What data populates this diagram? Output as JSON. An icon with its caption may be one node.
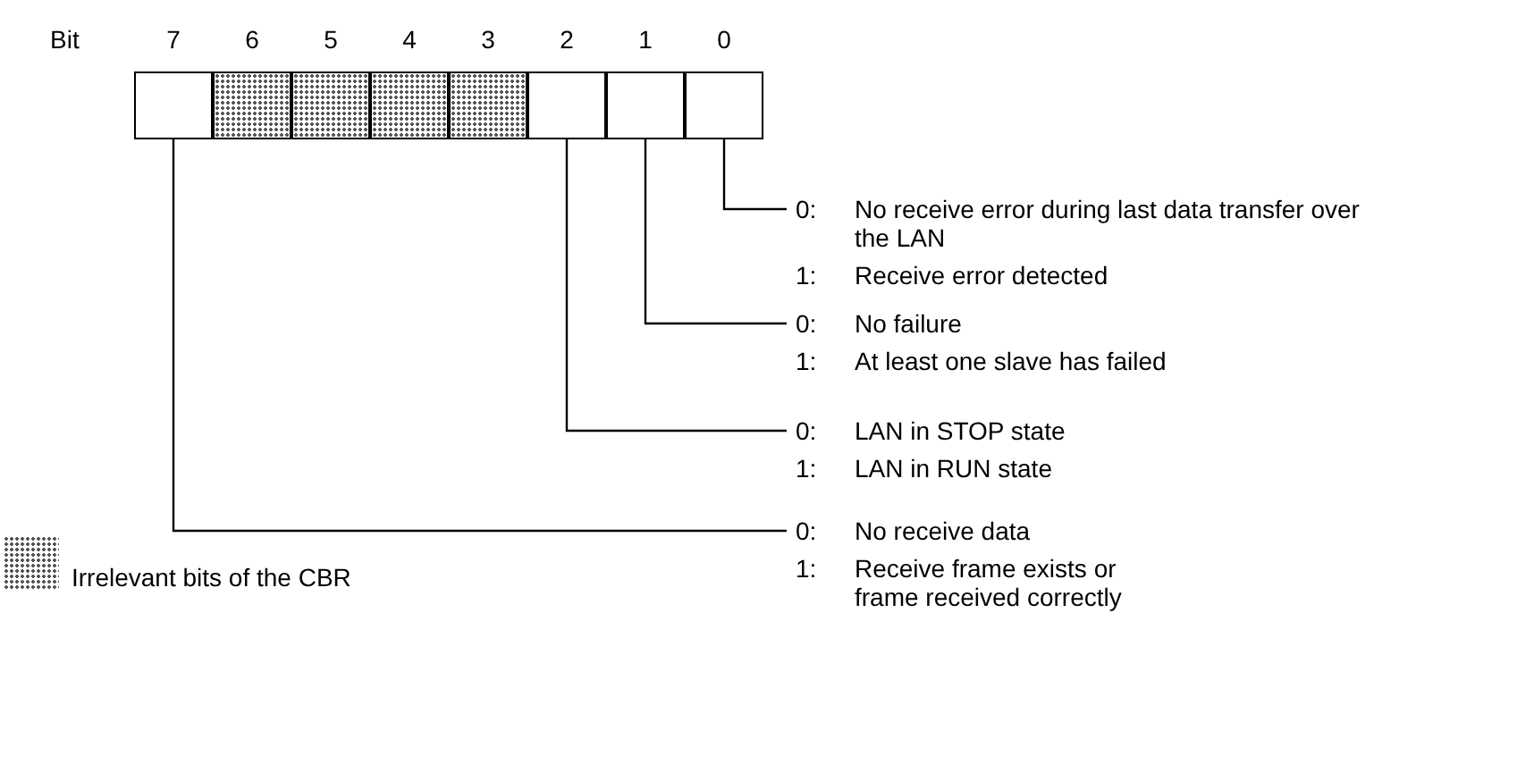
{
  "diagram": {
    "nodes": [
      {
        "text": [],
        "shape": "box"
      },
      {
        "text": [],
        "shape": "box"
      },
      {
        "text": [],
        "shape": "box"
      },
      {
        "text": [],
        "shape": "box"
      },
      {
        "text": [],
        "shape": "box"
      },
      {
        "text": [],
        "shape": "box"
      },
      {
        "text": [],
        "shape": "box"
      },
      {
        "text": [],
        "shape": "box"
      },
      {
        "text": [
          "0:",
          "No receive error during last data transfer over the LAN",
          "1:",
          "Receive error detected"
        ]
      },
      {
        "text": [
          "0:",
          "No failure",
          "1:",
          "At least one slave has failed"
        ]
      },
      {
        "text": [
          "0:",
          "LAN in STOP state",
          "1:",
          "LAN in RUN state"
        ]
      },
      {
        "text": [
          "0:",
          "No receive data",
          "1:",
          "Receive frame exists or frame received correctly"
        ]
      }
    ],
    "edges": [
      {
        "from": 8,
        "to": 7,
        "arrow": "none"
      },
      {
        "from": 9,
        "to": 6,
        "arrow": "none"
      },
      {
        "from": 10,
        "to": 5,
        "arrow": "none"
      },
      {
        "from": 11,
        "to": 0,
        "arrow": "none"
      }
    ],
    "labels": [
      "Bit",
      "7",
      "6",
      "5",
      "4",
      "3",
      "2",
      "1",
      "0"
    ],
    "legend": [
      {
        "text": "Irrelevant bits of the CBR"
      }
    ]
  }
}
